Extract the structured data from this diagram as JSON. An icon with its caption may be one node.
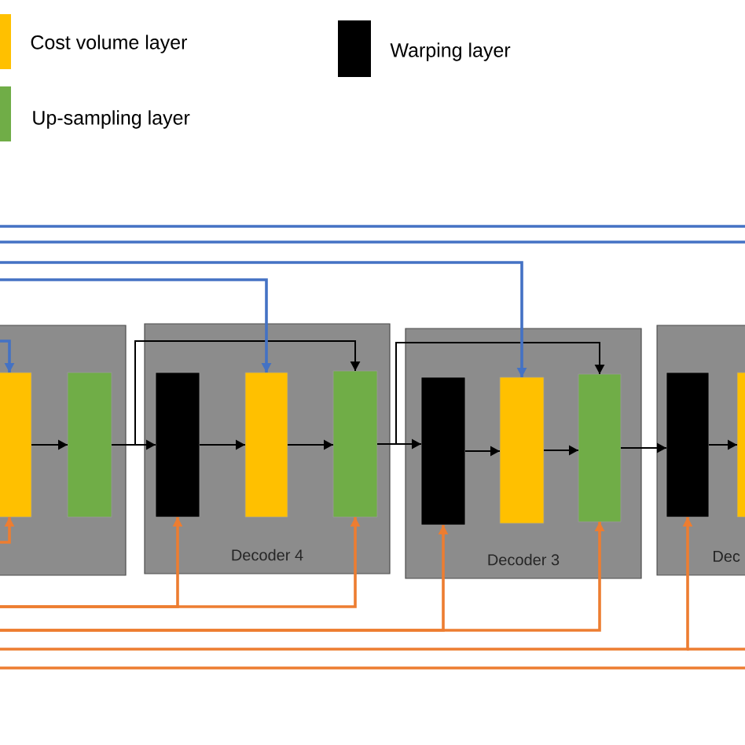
{
  "diagram": {
    "nodes": [
      {
        "text": [],
        "shape": "box"
      },
      {
        "text": [],
        "shape": "bar",
        "in": 0
      },
      {
        "text": [],
        "shape": "bar",
        "in": 0
      },
      {
        "text": [
          "Decoder 4"
        ]
      },
      {
        "text": [],
        "shape": "bar",
        "in": 3
      },
      {
        "text": [],
        "shape": "bar",
        "in": 3
      },
      {
        "text": [],
        "shape": "bar",
        "in": 3
      },
      {
        "text": [
          "Decoder 3"
        ]
      },
      {
        "text": [],
        "shape": "bar",
        "in": 7
      },
      {
        "text": [],
        "shape": "bar",
        "in": 7
      },
      {
        "text": [],
        "shape": "bar",
        "in": 7
      },
      {
        "text": [
          "Dec"
        ]
      },
      {
        "text": [],
        "shape": "bar",
        "in": 11
      },
      {
        "text": [],
        "shape": "bar",
        "in": 11
      }
    ],
    "edges": [
      {
        "from": 1,
        "to": 2,
        "arrow": "to"
      },
      {
        "from": 2,
        "to": 4,
        "arrow": "to"
      },
      {
        "from": 2,
        "to": 6,
        "arrow": "to"
      },
      {
        "from": 4,
        "to": 5,
        "arrow": "to"
      },
      {
        "from": 5,
        "to": 6,
        "arrow": "to"
      },
      {
        "from": 6,
        "to": 8,
        "arrow": "to"
      },
      {
        "from": 6,
        "to": 10,
        "arrow": "to"
      },
      {
        "from": 8,
        "to": 9,
        "arrow": "to"
      },
      {
        "from": 9,
        "to": 10,
        "arrow": "to"
      },
      {
        "from": 10,
        "to": 12,
        "arrow": "to"
      },
      {
        "from": 12,
        "to": 13,
        "arrow": "to"
      },
      {
        "from": null,
        "to": 1,
        "arrow": "to",
        "color": "#4472c4"
      },
      {
        "from": null,
        "to": 5,
        "arrow": "to",
        "color": "#4472c4"
      },
      {
        "from": null,
        "to": 9,
        "arrow": "to",
        "color": "#4472c4"
      },
      {
        "from": null,
        "to": 1,
        "arrow": "to",
        "color": "#ed7d31"
      },
      {
        "from": null,
        "to": 4,
        "arrow": "to",
        "color": "#ed7d31"
      },
      {
        "from": null,
        "to": 6,
        "arrow": "to",
        "color": "#ed7d31"
      },
      {
        "from": null,
        "to": 8,
        "arrow": "to",
        "color": "#ed7d31"
      },
      {
        "from": null,
        "to": 10,
        "arrow": "to",
        "color": "#ed7d31"
      },
      {
        "from": null,
        "to": 12,
        "arrow": "to",
        "color": "#ed7d31"
      }
    ],
    "legend": [
      {
        "text": "Cost volume layer",
        "color": "#ffc000"
      },
      {
        "text": "Up-sampling layer",
        "color": "#70ad47"
      },
      {
        "text": "Warping layer",
        "color": "#000000"
      }
    ]
  }
}
